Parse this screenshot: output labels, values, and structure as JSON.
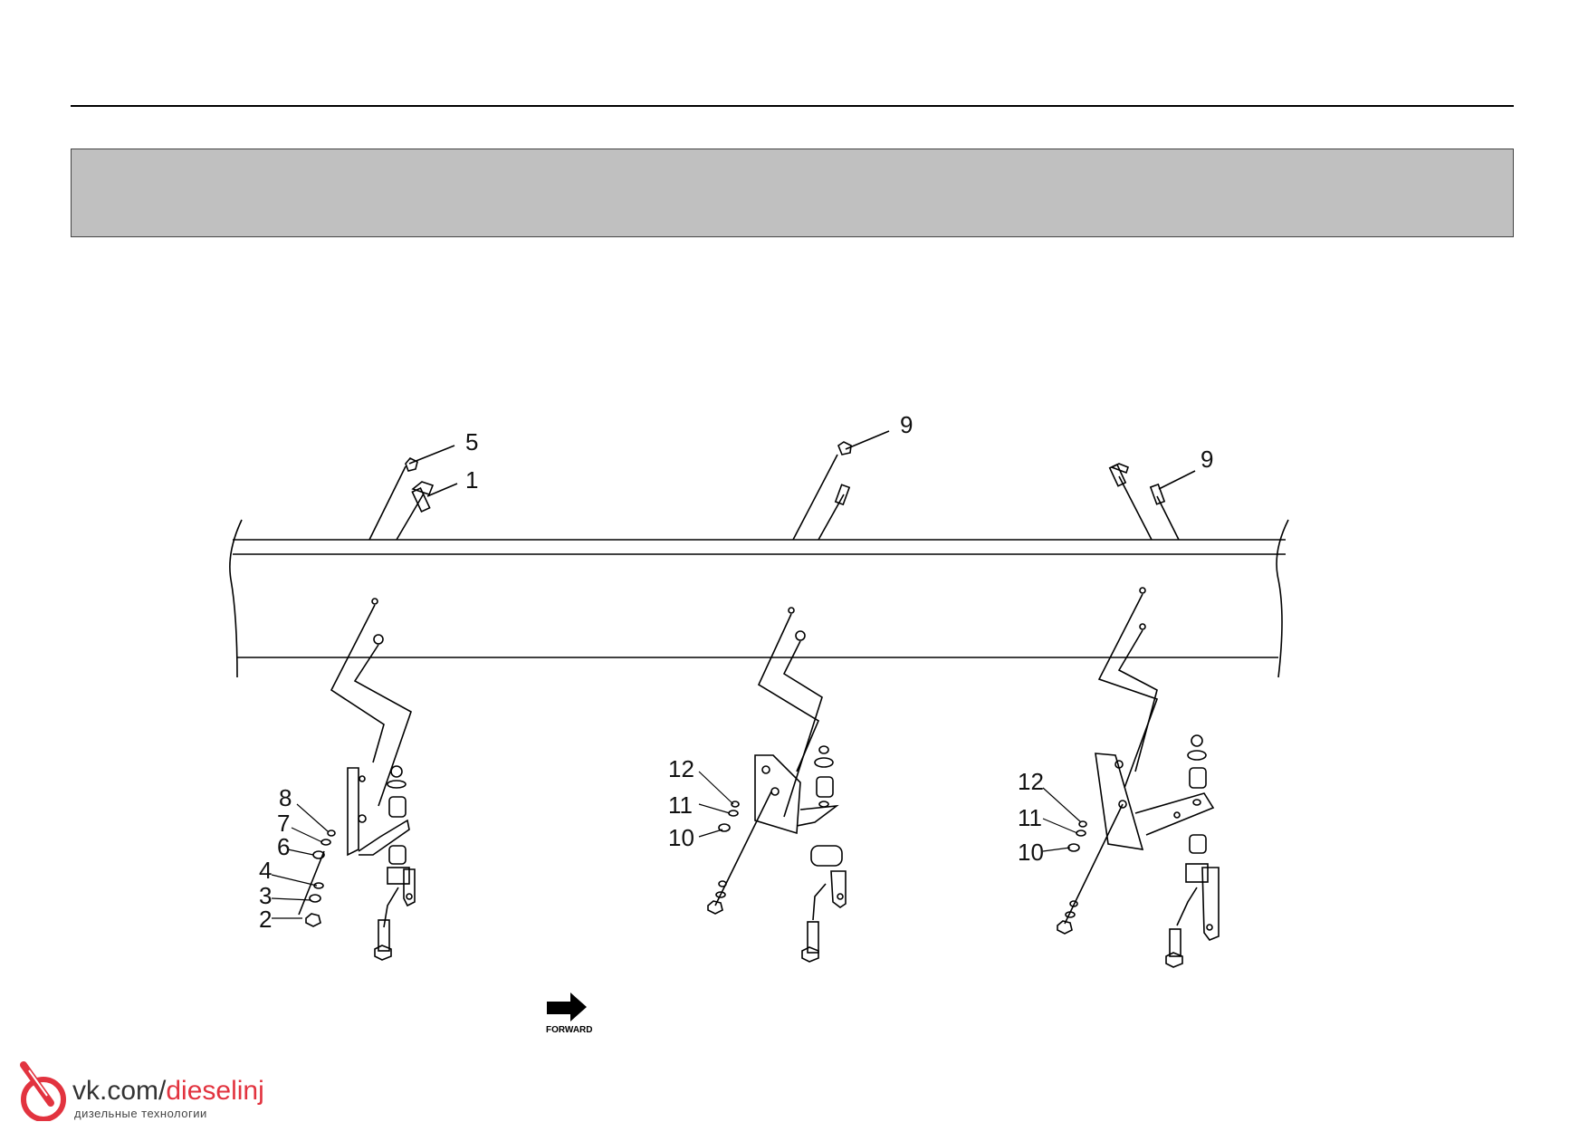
{
  "callouts": {
    "c5": "5",
    "c1": "1",
    "c9a": "9",
    "c9b": "9",
    "c8": "8",
    "c7": "7",
    "c6": "6",
    "c4": "4",
    "c3": "3",
    "c2": "2",
    "c12a": "12",
    "c11a": "11",
    "c10a": "10",
    "c12b": "12",
    "c11b": "11",
    "c10b": "10"
  },
  "forward_label": "FORWARD",
  "watermark": {
    "site_prefix": "vk.com/",
    "site_name": "dieselinj",
    "tagline": "дизельные технологии",
    "accent_color": "#e2333f"
  },
  "colors": {
    "title_band": "#c0c0c0",
    "line": "#000000"
  }
}
